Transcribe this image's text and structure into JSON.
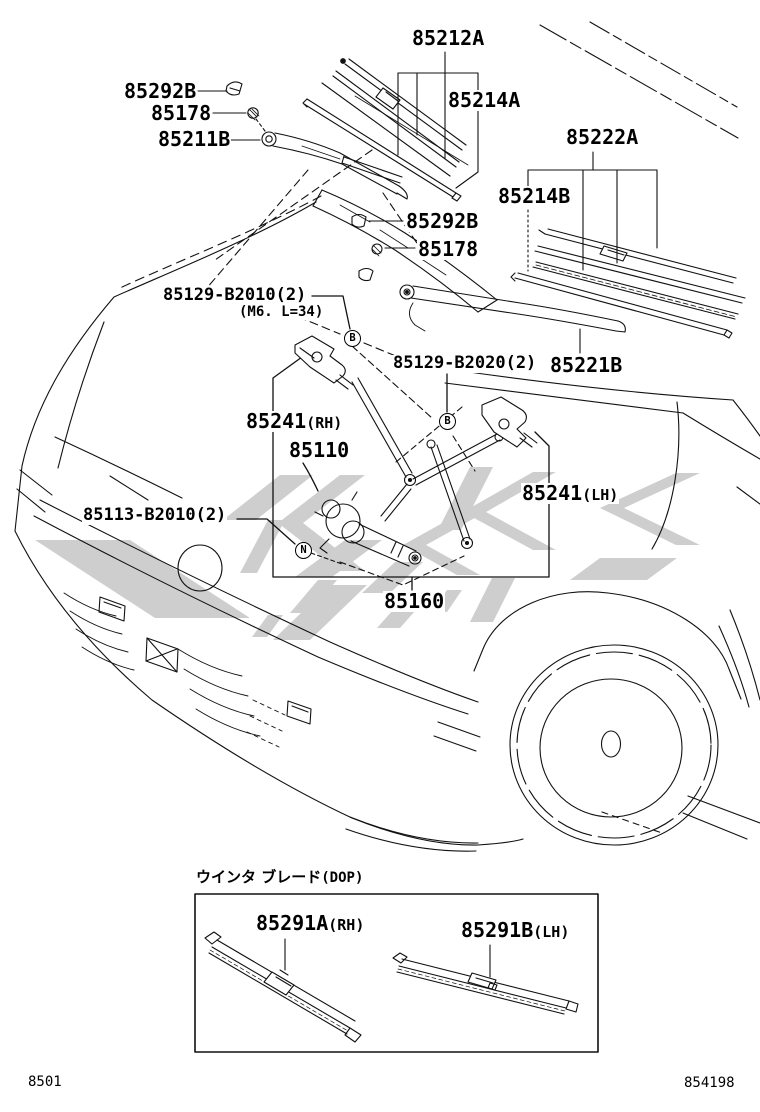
{
  "diagram": {
    "section_code": "8501",
    "figure_code": "854198",
    "labels": {
      "cap_top": "85292B",
      "nut_top": "85178",
      "arm_rh": "85211B",
      "blade_rh_assy": "85212A",
      "blade_rubber_rh": "85214A",
      "blade_lh_assy": "85222A",
      "blade_rubber_lh": "85214B",
      "cap_lower": "85292B",
      "nut_lower": "85178",
      "bolt_upper": "85129-B2010(2)",
      "bolt_upper_note": "(M6. L=34)",
      "bolt_lower": "85129-B2020(2)",
      "arm_head_rh": "85241",
      "arm_head_rh_suffix": "(RH)",
      "motor": "85110",
      "arm_lh": "85221B",
      "arm_head_lh": "85241",
      "arm_head_lh_suffix": "(LH)",
      "mount_nut": "85113-B2010(2)",
      "link_assy": "85160",
      "winter_box_title": "ウインタ ブレード",
      "winter_box_title_suffix": "(DOP)",
      "winter_blade_rh": "85291A",
      "winter_blade_rh_suffix": "(RH)",
      "winter_blade_lh": "85291B",
      "winter_blade_lh_suffix": "(LH)"
    },
    "markers": {
      "b_upper": "B",
      "b_lower": "B",
      "n": "N"
    },
    "watermark_color": "#c9c9c9"
  }
}
